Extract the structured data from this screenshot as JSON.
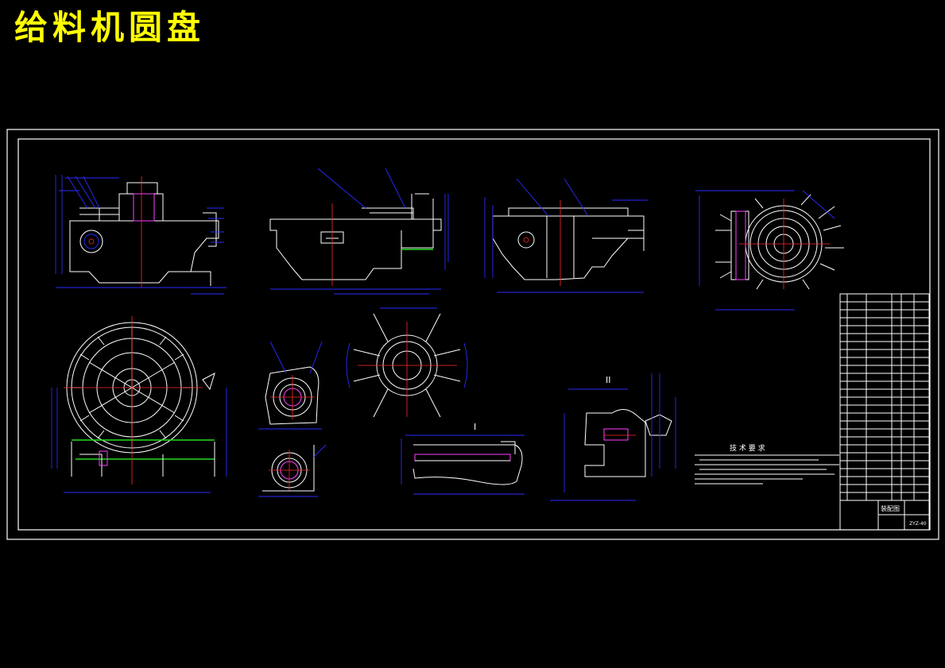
{
  "title": "给料机圆盘",
  "colors": {
    "background": "#000000",
    "title": "#ffff00",
    "outline": "#ffffff",
    "dimension": "#2a2aff",
    "centerline": "#ff2a2a",
    "highlight": "#22dd22"
  },
  "drawing": {
    "tech_req_heading": "技 术 要 求",
    "section_labels": [
      "I",
      "II"
    ],
    "title_block": {
      "drawing_name": "装配图",
      "drawing_no": "ZYZ-40"
    }
  }
}
